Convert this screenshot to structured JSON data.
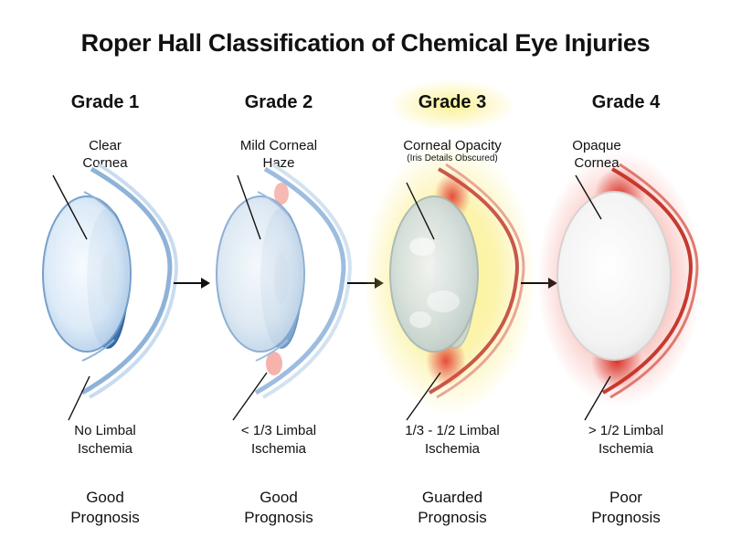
{
  "title": "Roper Hall Classification of Chemical Eye Injuries",
  "colors": {
    "normal_blue": "#5b8fc4",
    "severe_red": "#e23b2e",
    "glow_yellow": "#f7e64a"
  },
  "grades": [
    {
      "label": "Grade 1",
      "cornea_line1": "Clear",
      "cornea_line2": "Cornea",
      "cornea_sub": "",
      "limbal_line1": "No Limbal",
      "limbal_line2": "Ischemia",
      "prognosis_line1": "Good",
      "prognosis_line2": "Prognosis"
    },
    {
      "label": "Grade 2",
      "cornea_line1": "Mild Corneal",
      "cornea_line2": "Haze",
      "cornea_sub": "",
      "limbal_line1": "< 1/3 Limbal",
      "limbal_line2": "Ischemia",
      "prognosis_line1": "Good",
      "prognosis_line2": "Prognosis"
    },
    {
      "label": "Grade 3",
      "cornea_line1": "Corneal Opacity",
      "cornea_line2": "",
      "cornea_sub": "(Iris Details Obscured)",
      "limbal_line1": "1/3 - 1/2 Limbal",
      "limbal_line2": "Ischemia",
      "prognosis_line1": "Guarded",
      "prognosis_line2": "Prognosis"
    },
    {
      "label": "Grade 4",
      "cornea_line1": "Opaque",
      "cornea_line2": "Cornea",
      "cornea_sub": "",
      "limbal_line1": "> 1/2 Limbal",
      "limbal_line2": "Ischemia",
      "prognosis_line1": "Poor",
      "prognosis_line2": "Prognosis"
    }
  ],
  "arrows": [
    "arrow-right-icon",
    "arrow-right-icon",
    "arrow-right-icon"
  ]
}
